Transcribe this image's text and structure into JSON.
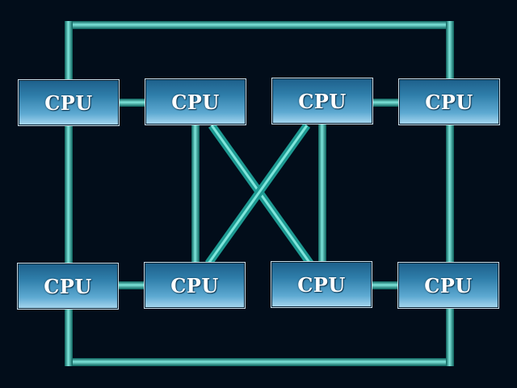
{
  "colors": {
    "background": "#020d1a",
    "link": "#1d9a92",
    "link_highlight": "#7fe6dc",
    "node_top": "#1d5f8a",
    "node_bottom": "#a9d8f0",
    "node_text": "#ffffff"
  },
  "nodes": [
    {
      "label": "CPU"
    },
    {
      "label": "CPU"
    },
    {
      "label": "CPU"
    },
    {
      "label": "CPU"
    },
    {
      "label": "CPU"
    },
    {
      "label": "CPU"
    },
    {
      "label": "CPU"
    },
    {
      "label": "CPU"
    }
  ]
}
